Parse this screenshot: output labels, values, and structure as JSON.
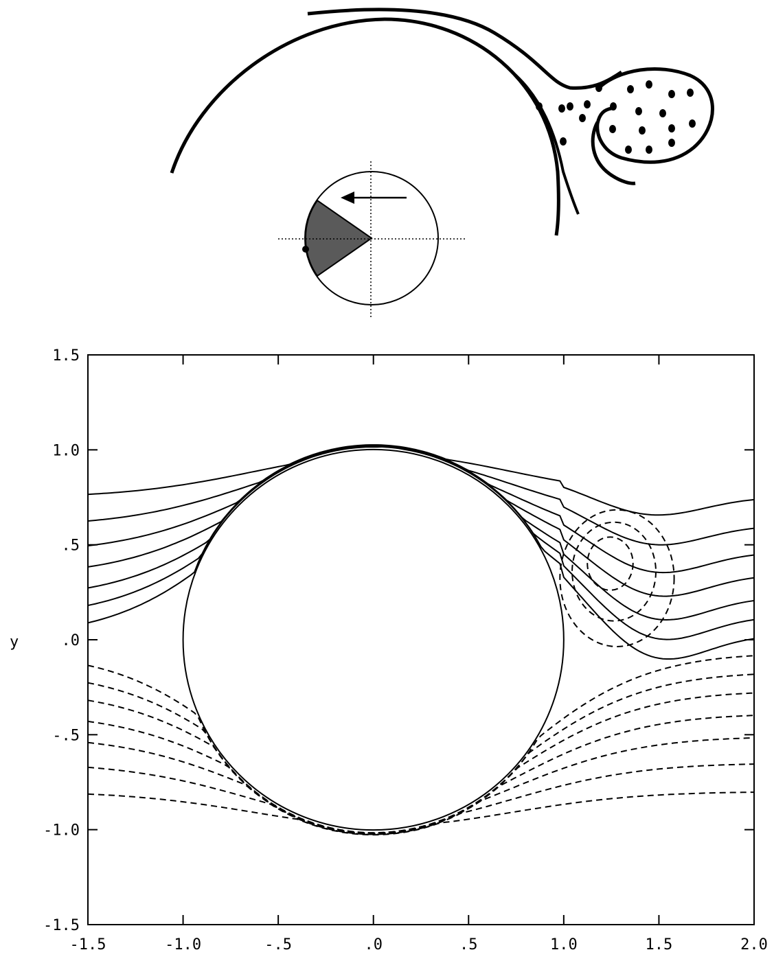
{
  "chart_data": {
    "type": "contour",
    "xlabel": "",
    "ylabel": "y",
    "xlim": [
      -1.5,
      2.0
    ],
    "ylim": [
      -1.5,
      1.5
    ],
    "x_ticks": [
      "-1.5",
      "-1.0",
      "-.5",
      ".0",
      ".5",
      "1.0",
      "1.5",
      "2.0"
    ],
    "y_ticks": [
      "1.5",
      "1.0",
      ".5",
      ".0",
      "-.5",
      "-1.0",
      "-1.5"
    ],
    "cylinder": {
      "center": [
        0.0,
        0.0
      ],
      "radius": 1.0
    },
    "positive_streamlines_style": "solid",
    "negative_streamlines_style": "dashed",
    "eddy": {
      "center": [
        1.22,
        0.45
      ]
    }
  },
  "inset": {
    "body_rotation_arrow": "left"
  }
}
